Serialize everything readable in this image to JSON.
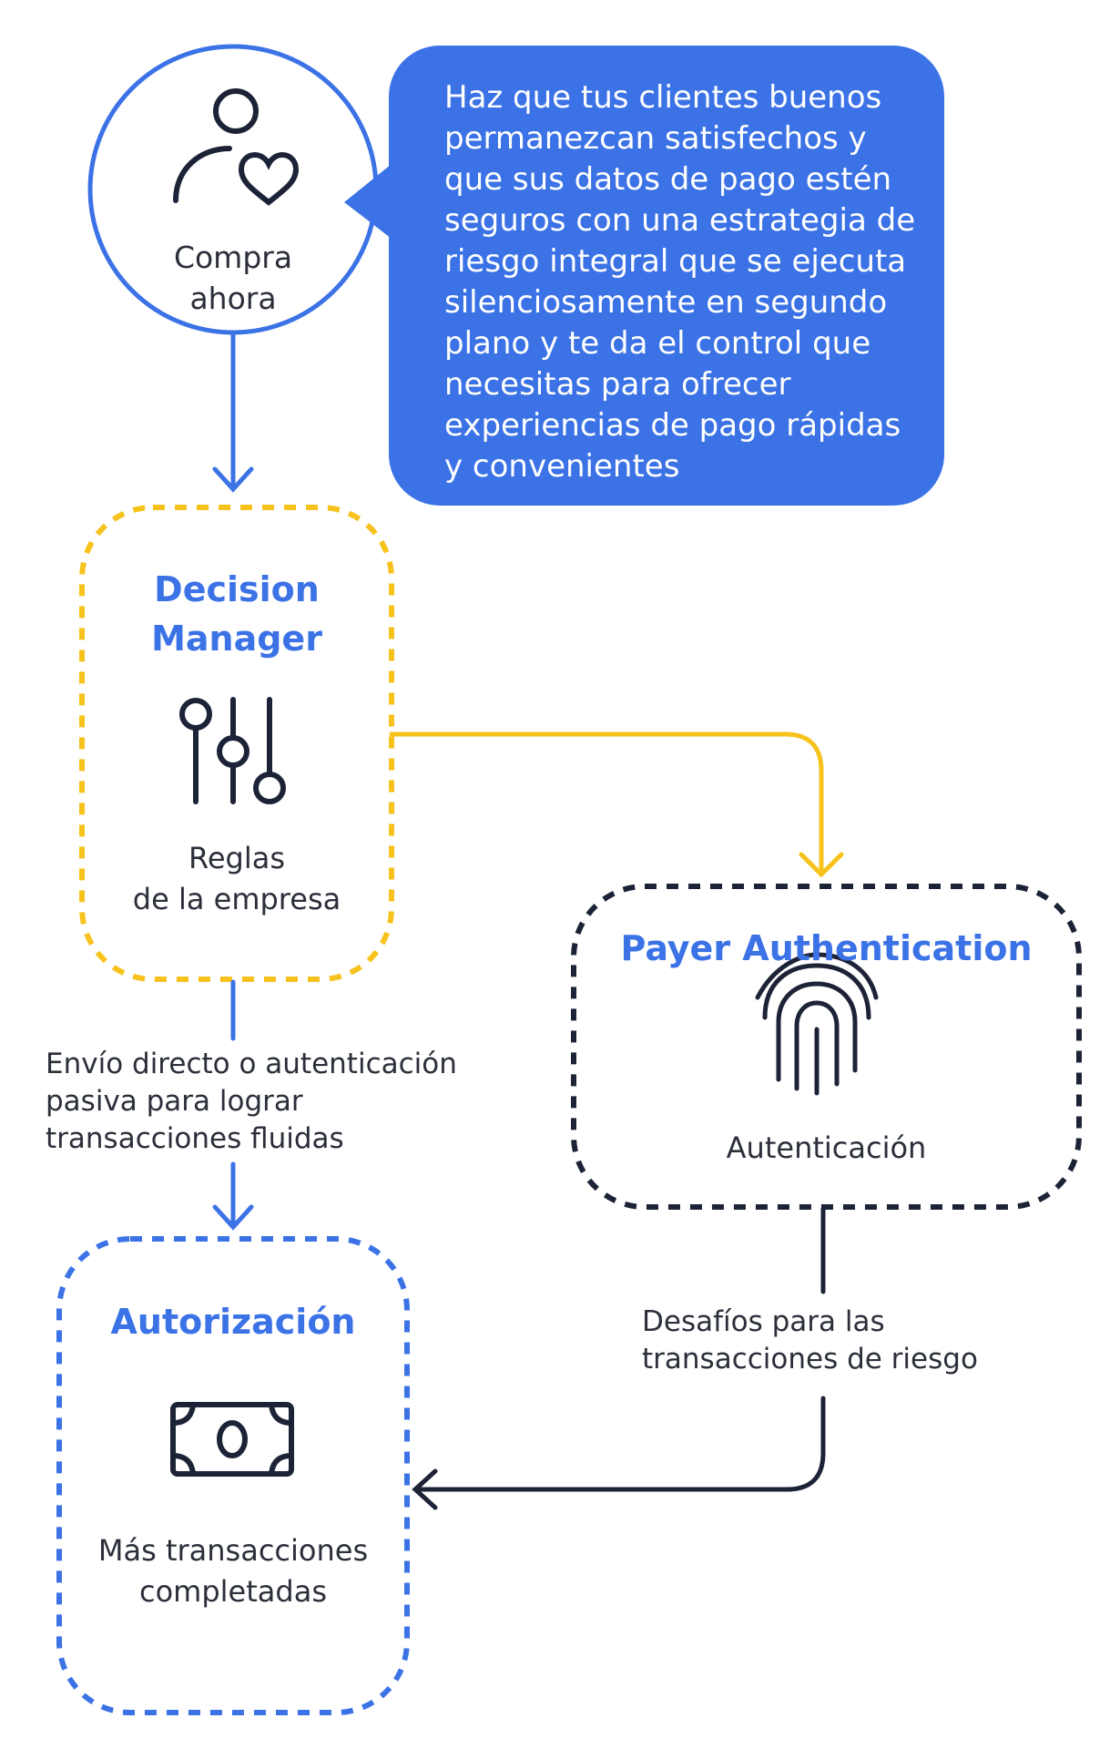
{
  "colors": {
    "blue": "#3b72e6",
    "yellow": "#f6c21b",
    "navy": "#1d2337",
    "text": "#2b2f3a",
    "white": "#ffffff"
  },
  "start": {
    "icon": "user-heart-icon",
    "label_line1": "Compra",
    "label_line2": "ahora"
  },
  "callout": {
    "text": "Haz que tus clientes buenos permanezcan satisfechos y que sus datos de pago estén seguros con una estrategia de riesgo integral que se ejecuta silenciosamente en segundo plano y te da el control que necesitas para ofrecer experiencias de pago rápidas y convenientes"
  },
  "decision_manager": {
    "title_line1": "Decision",
    "title_line2": "Manager",
    "icon": "sliders-icon",
    "label_line1": "Reglas",
    "label_line2": "de la empresa"
  },
  "payer_auth": {
    "title": "Payer Authentication",
    "icon": "fingerprint-icon",
    "label": "Autenticación"
  },
  "authorization": {
    "title": "Autorización",
    "icon": "money-icon",
    "label_line1": "Más transacciones",
    "label_line2": "completadas"
  },
  "edges": {
    "direct_line1": "Envío directo o autenticación",
    "direct_line2": "pasiva para lograr",
    "direct_line3": "transacciones fluidas",
    "challenge_line1": "Desafíos para las",
    "challenge_line2": "transacciones de riesgo"
  }
}
